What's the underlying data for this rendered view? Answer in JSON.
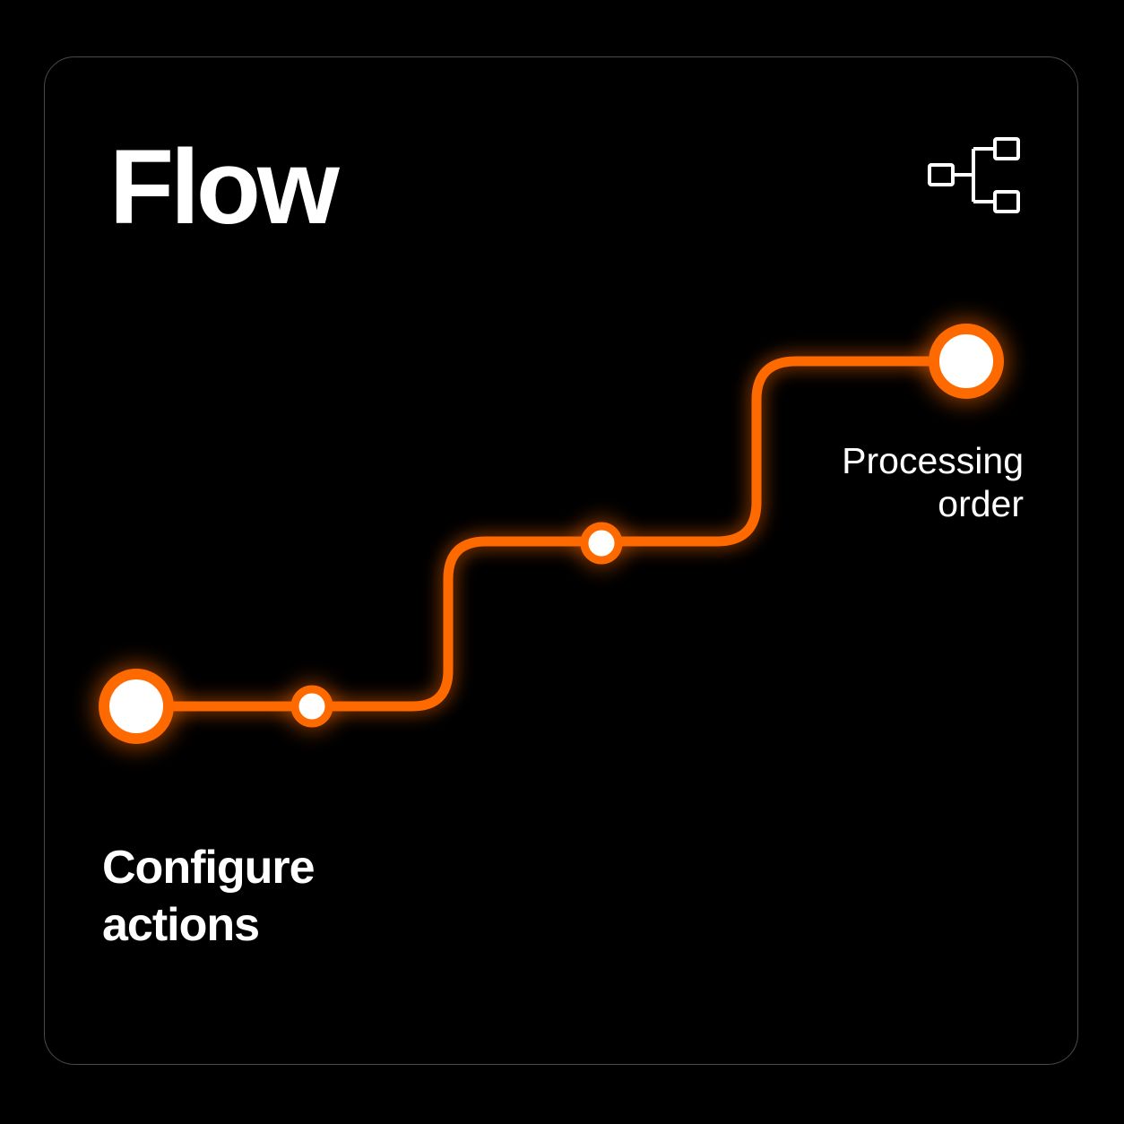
{
  "title": "Flow",
  "icons": {
    "header": "flowchart-branch-icon"
  },
  "colors": {
    "background": "#000000",
    "accent": "#ff6a00",
    "node_fill": "#ffffff",
    "text": "#ffffff",
    "card_border": "#4a4a4a"
  },
  "steps": {
    "start": {
      "label": "Configure\nactions"
    },
    "end": {
      "label": "Processing\norder"
    }
  }
}
